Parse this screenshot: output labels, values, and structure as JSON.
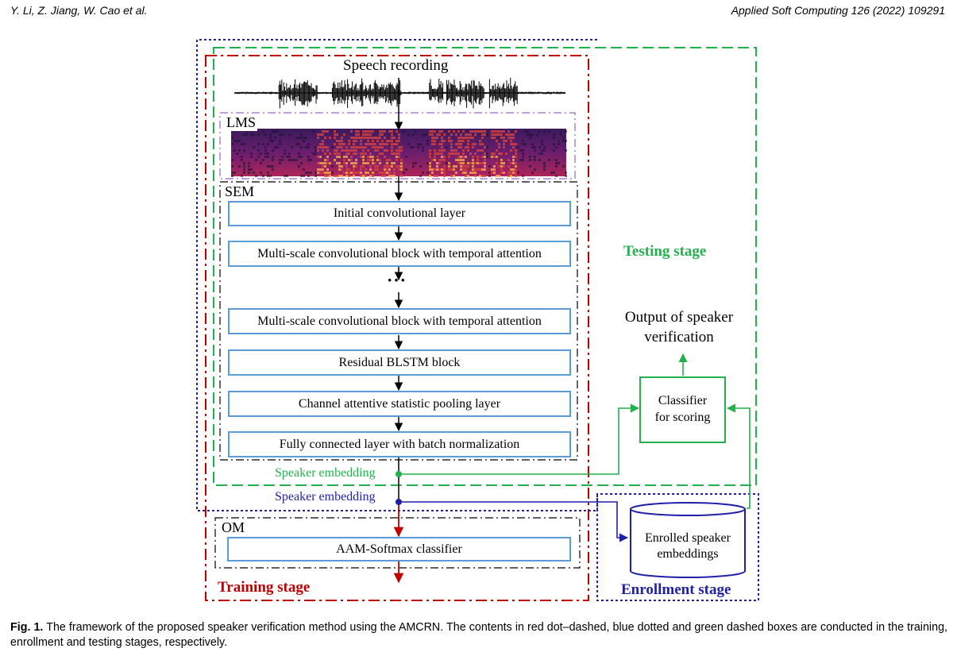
{
  "header": {
    "authors": "Y. Li, Z. Jiang, W. Cao et al.",
    "journal": "Applied Soft Computing 126 (2022) 109291"
  },
  "figure": {
    "speech_recording": "Speech recording",
    "lms_label": "LMS",
    "sem_label": "SEM",
    "layers": [
      "Initial convolutional layer",
      "Multi-scale convolutional block with temporal attention",
      "Multi-scale convolutional block with temporal attention",
      "Residual BLSTM block",
      "Channel attentive statistic pooling layer",
      "Fully connected layer with batch normalization"
    ],
    "ellipsis": "···",
    "embedding_testing": "Speaker embedding",
    "embedding_enrollment": "Speaker embedding",
    "om_label": "OM",
    "aam": "AAM-Softmax classifier",
    "training_stage": "Training stage",
    "testing_stage": "Testing stage",
    "enrollment_stage": "Enrollment stage",
    "output_line1": "Output of speaker",
    "output_line2": "verification",
    "classifier_line1": "Classifier",
    "classifier_line2": "for scoring",
    "enrolled_line1": "Enrolled speaker",
    "enrolled_line2": "embeddings",
    "colors": {
      "training": "#c00000",
      "testing": "#22b14c",
      "enrollment": "#1f1fa8",
      "layer_border": "#5b9bd5"
    }
  },
  "caption": {
    "label": "Fig. 1.",
    "text": " The framework of the proposed speaker verification method using the AMCRN. The contents in red dot–dashed, blue dotted and green dashed boxes are conducted in the training, enrollment and testing stages, respectively."
  }
}
